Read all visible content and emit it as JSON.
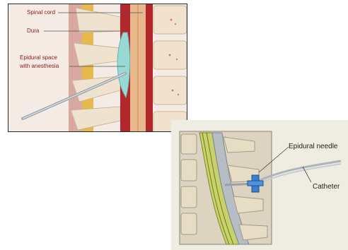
{
  "top_labels": {
    "spinal_cord": "Spinal cord",
    "dura": "Dura",
    "epidural_line1": "Epidural space",
    "epidural_line2": "with anesthesia"
  },
  "bottom_labels": {
    "epidural_needle": "Epidural needle",
    "catheter": "Catheter"
  },
  "colors": {
    "label_red": "#8b1a1a",
    "bone": "#f0e2cc",
    "cord": "#e8b78c",
    "anesthesia": "#9ad8d4",
    "needle": "#9fa7ae",
    "needle_hub": "#3a7fd0"
  }
}
